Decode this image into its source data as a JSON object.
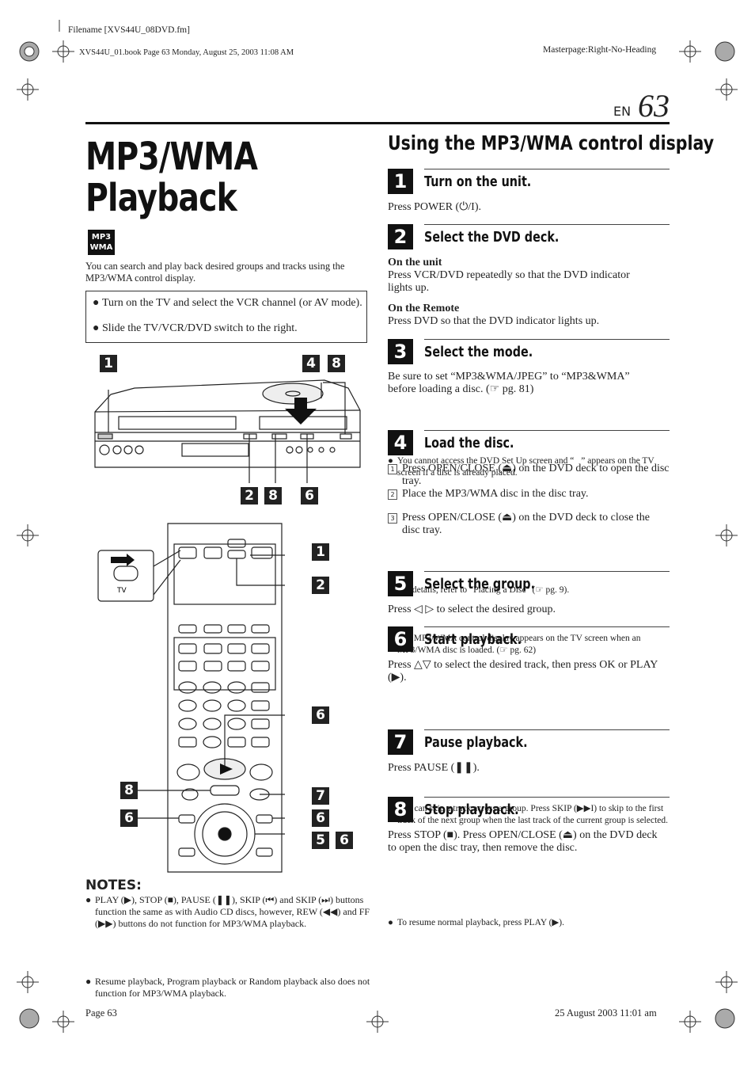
{
  "header": {
    "filename": "Filename [XVS44U_08DVD.fm]",
    "book": "XVS44U_01.book  Page 63  Monday, August 25, 2003  11:08 AM",
    "masterpage": "Masterpage:Right-No-Heading",
    "en": "EN",
    "page_num": "63"
  },
  "left": {
    "title_line1": "MP3/WMA",
    "title_line2": "Playback",
    "badge_line1": "MP3",
    "badge_line2": "WMA",
    "intro": "You can search and play back desired groups and tracks using the MP3/WMA control display.",
    "box_items": [
      "Turn on the TV and select the VCR channel (or AV mode).",
      "Slide the TV/VCR/DVD switch to the right."
    ],
    "callouts_deck": [
      "1",
      "4",
      "8",
      "2",
      "8",
      "6"
    ],
    "callouts_remote": [
      "1",
      "2",
      "6",
      "8",
      "7",
      "6",
      "6",
      "5",
      "6"
    ],
    "remote_switch_label": "TV",
    "notes_title": "NOTES:",
    "notes": [
      "PLAY (▶), STOP (■), PAUSE (❚❚), SKIP (⏮) and SKIP (⏭) buttons function the same as with Audio CD discs, however, REW (◀◀) and FF (▶▶) buttons do not function for MP3/WMA playback.",
      "Resume playback, Program playback or Random playback also does not function for MP3/WMA playback."
    ]
  },
  "right": {
    "heading": "Using the MP3/WMA control display",
    "steps": [
      {
        "num": "1",
        "title": "Turn on the unit.",
        "text": "Press POWER (⏻/I)."
      },
      {
        "num": "2",
        "title": "Select the DVD deck.",
        "sub1": "On the unit",
        "text1": "Press VCR/DVD repeatedly so that the DVD indicator lights up.",
        "sub2": "On the Remote",
        "text2": "Press DVD so that the DVD indicator lights up."
      },
      {
        "num": "3",
        "title": "Select the mode.",
        "text": "Be sure to set “MP3&WMA/JPEG” to “MP3&WMA” before loading a disc. (☞ pg. 81)",
        "note": "You cannot access the DVD Set Up screen and “⃠” appears on the TV screen if a disc is already placed."
      },
      {
        "num": "4",
        "title": "Load the disc.",
        "s1": "Press OPEN/CLOSE (⏏) on the DVD deck to open the disc tray.",
        "s2": "Place the MP3/WMA disc in the disc tray.",
        "n1": "For details, refer to “Placing a Disc” (☞ pg. 9).",
        "s3": "Press OPEN/CLOSE (⏏) on the DVD deck to close the disc tray.",
        "n2": "The MP3/WMA control display appears on the TV screen when an MP3/WMA disc is loaded. (☞ pg. 62)"
      },
      {
        "num": "5",
        "title": "Select the group.",
        "text": "Press ◁ ▷ to select the desired group."
      },
      {
        "num": "6",
        "title": "Start playback.",
        "text": "Press △▽ to select the desired track, then press OK or PLAY (▶).",
        "note": "You can skip a track across a group. Press SKIP (▶▶I) to skip to the first track of the next group when the last track of the current group is selected."
      },
      {
        "num": "7",
        "title": "Pause playback.",
        "text": "Press PAUSE (❚❚).",
        "note": "To resume normal playback, press PLAY (▶)."
      },
      {
        "num": "8",
        "title": "Stop playback.",
        "text": "Press STOP (■). Press OPEN/CLOSE (⏏) on the DVD deck to open the disc tray, then remove the disc."
      }
    ]
  },
  "footer": {
    "page": "Page 63",
    "date": "25 August 2003 11:01 am"
  }
}
